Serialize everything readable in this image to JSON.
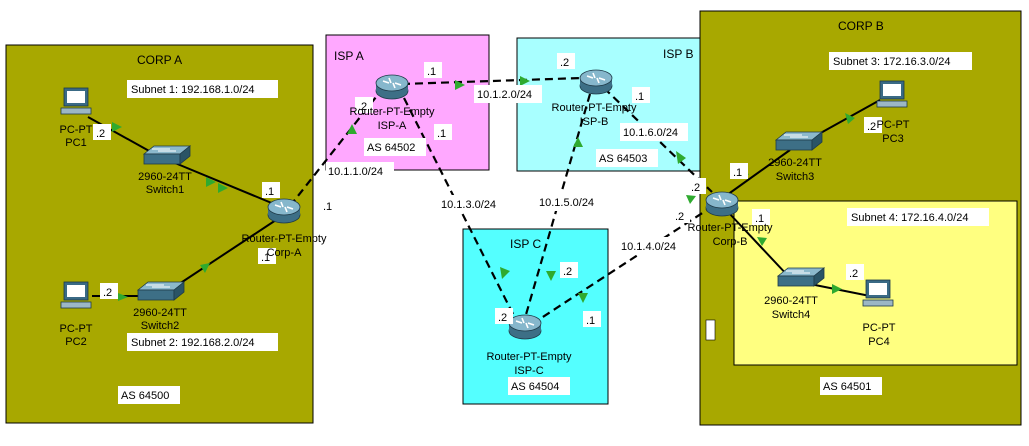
{
  "areas": {
    "corp_a": {
      "title": "CORP A",
      "as": "AS 64500",
      "color": "#a8a800"
    },
    "isp_a": {
      "title": "ISP A",
      "as": "AS 64502",
      "color": "#ffa8ff"
    },
    "isp_b": {
      "title": "ISP B",
      "as": "AS 64503",
      "color": "#a8ffff"
    },
    "isp_c": {
      "title": "ISP C",
      "as": "AS 64504",
      "color": "#54ffff"
    },
    "corp_b": {
      "title": "CORP B",
      "as": "AS 64501",
      "color": "#a8a800"
    },
    "subnet4_area": {
      "color": "#ffff80"
    }
  },
  "subnets": {
    "s1": "Subnet 1: 192.168.1.0/24",
    "s2": "Subnet 2: 192.168.2.0/24",
    "s3": "Subnet 3: 172.16.3.0/24",
    "s4": "Subnet 4: 172.16.4.0/24"
  },
  "devices": {
    "pc1": {
      "type": "PC-PT",
      "name": "PC1"
    },
    "pc2": {
      "type": "PC-PT",
      "name": "PC2"
    },
    "switch1": {
      "type": "2960-24TT",
      "name": "Switch1"
    },
    "switch2": {
      "type": "2960-24TT",
      "name": "Switch2"
    },
    "corp_a": {
      "type": "Router-PT-Empty",
      "name": "Corp-A"
    },
    "isp_a": {
      "type": "Router-PT-Empty",
      "name": "ISP-A"
    },
    "isp_b": {
      "type": "Router-PT-Empty",
      "name": "ISP-B"
    },
    "isp_c": {
      "type": "Router-PT-Empty",
      "name": "ISP-C"
    },
    "corp_b": {
      "type": "Router-PT-Empty",
      "name": "Corp-B"
    },
    "switch3": {
      "type": "2960-24TT",
      "name": "Switch3"
    },
    "switch4": {
      "type": "2960-24TT",
      "name": "Switch4"
    },
    "pc3": {
      "type": "PC-PT",
      "name": "PC3"
    },
    "pc4": {
      "type": "PC-PT",
      "name": "PC4"
    }
  },
  "networks": {
    "n1": "10.1.1.0/24",
    "n2": "10.1.2.0/24",
    "n3": "10.1.3.0/24",
    "n4": "10.1.4.0/24",
    "n5": "10.1.5.0/24",
    "n6": "10.1.6.0/24"
  },
  "ips": {
    "pc1": ".2",
    "pc2": ".2",
    "corpa_top": ".1",
    "corpa_bottom": ".1",
    "corpa_isp": ".1",
    "ispa_corp": ".2",
    "ispa_ispb": ".1",
    "ispa_ispc": ".1",
    "ispb_ispa": ".2",
    "ispb_corpb": ".1",
    "ispc_ispa": ".2",
    "ispc_ispb": ".2",
    "ispc_corpb": ".1",
    "corpb_ispb": ".2",
    "corpb_ispc": ".2",
    "corpb_sw3": ".1",
    "corpb_sw4": ".1",
    "pc3": ".2",
    "pc4": ".2"
  }
}
